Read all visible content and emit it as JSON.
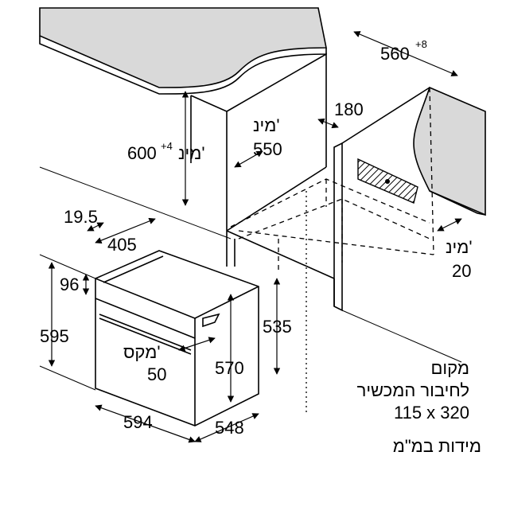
{
  "dimensions": {
    "w560": "560",
    "w560_tol": "+8",
    "h600": "600",
    "h600_tol": "+4",
    "min_label": "מינ'",
    "d550": "550",
    "d180": "180",
    "min20": "20",
    "d19_5": "19.5",
    "d405": "405",
    "d96": "96",
    "d595": "595",
    "d535": "535",
    "d570": "570",
    "max_label": "מקס'",
    "max50": "50",
    "d594": "594",
    "d548": "548"
  },
  "notes": {
    "connection_line1": "מקום",
    "connection_line2": "לחיבור המכשיר",
    "connection_size": "115 x 320",
    "units": "מידות במ\"מ"
  }
}
